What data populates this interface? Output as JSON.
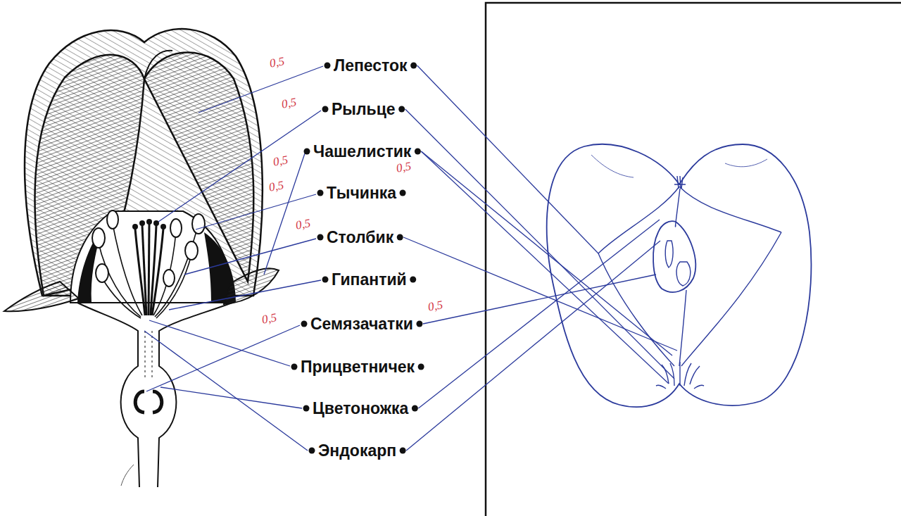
{
  "diagram": {
    "labels": [
      "0,5",
      "Лепесток",
      "0,5",
      "Рыльце",
      "0,5",
      "Чашелистик",
      "0,5",
      "0,5",
      "Тычинка",
      "0,5",
      "Столбик",
      "Гипантий",
      "0,5",
      "Семязачатки",
      "0,5",
      "Прицветничек",
      "Цветоножка",
      "Эндокарп"
    ]
  }
}
